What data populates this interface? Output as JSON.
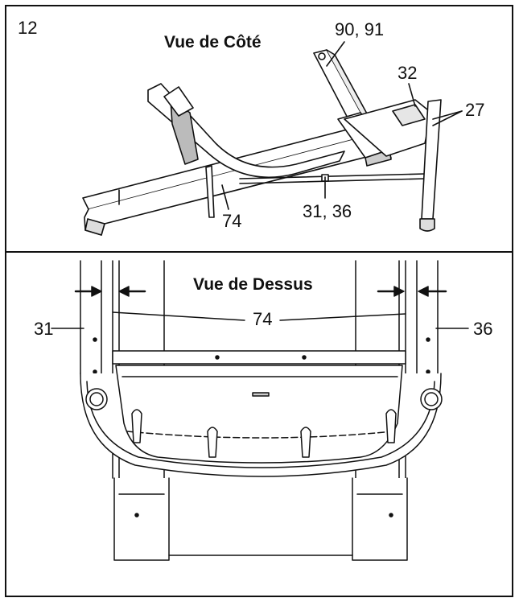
{
  "step_number": "12",
  "side_view": {
    "title": "Vue de Côté",
    "callouts": {
      "c90_91": "90, 91",
      "c32": "32",
      "c27": "27",
      "c74": "74",
      "c31_36": "31, 36"
    }
  },
  "top_view": {
    "title": "Vue de Dessus",
    "callouts": {
      "c31": "31",
      "c74": "74",
      "c36": "36"
    }
  }
}
